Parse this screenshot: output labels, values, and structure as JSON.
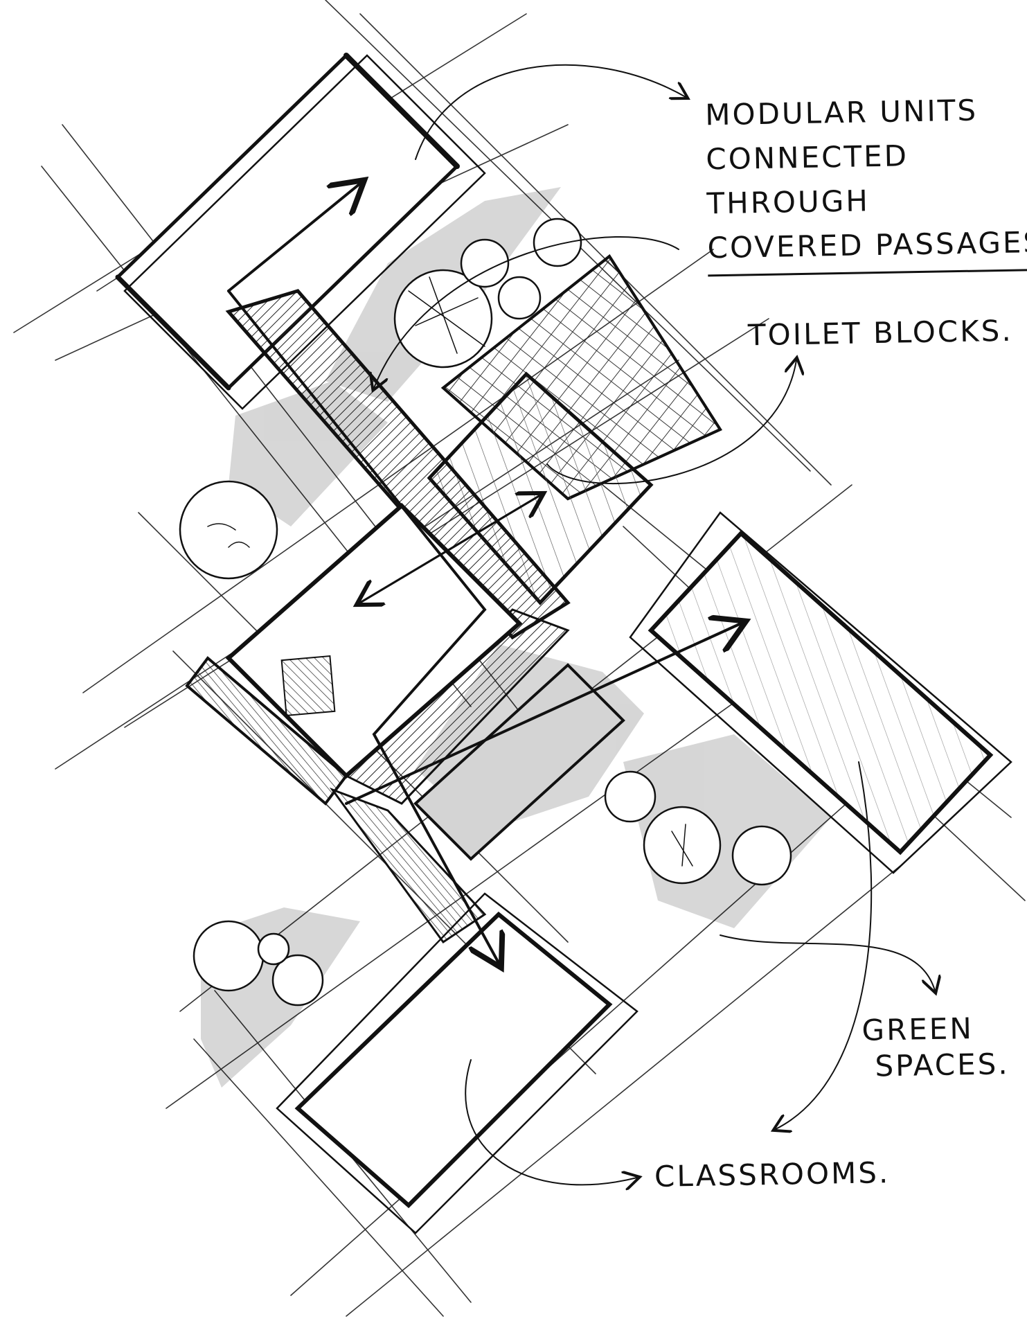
{
  "annotations": {
    "modular": [
      "MODULAR UNITS",
      "CONNECTED",
      "THROUGH",
      "COVERED PASSAGES."
    ],
    "toilet": "TOILET BLOCKS.",
    "green": [
      "GREEN",
      "SPACES."
    ],
    "classrooms": "CLASSROOMS."
  },
  "colors": {
    "ink": "#111111",
    "shade": "#bdbdbd",
    "paper": "#ffffff"
  }
}
